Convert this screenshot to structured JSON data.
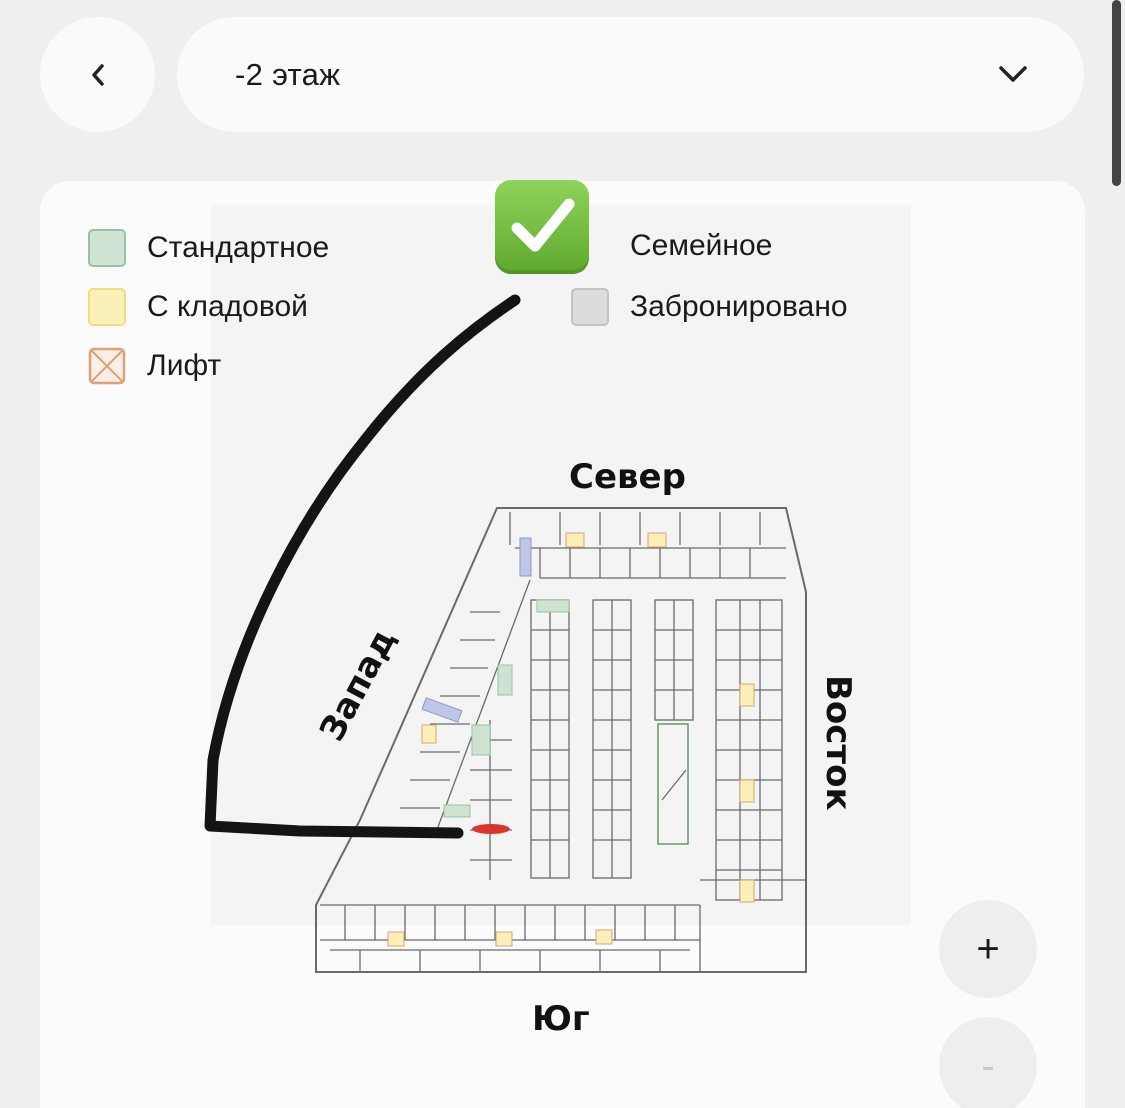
{
  "header": {
    "floor_label": "-2 этаж",
    "back_icon": "chevron-left-icon",
    "dropdown_icon": "chevron-down-icon"
  },
  "legend": {
    "standard": {
      "label": "Стандартное",
      "color": "#cfe3d3"
    },
    "storage": {
      "label": "С кладовой",
      "color": "#fbf0b8"
    },
    "elevator": {
      "label": "Лифт",
      "color": "#d9a27a"
    },
    "family": {
      "label": "Семейное",
      "color": "#5fa92b"
    },
    "reserved": {
      "label": "Забронировано",
      "color": "#dcdcdc"
    }
  },
  "plan": {
    "north": "Север",
    "south": "Юг",
    "west": "Запад",
    "east": "Восток",
    "highlight_color": "#d9352a",
    "annotation_color": "#141414"
  },
  "zoom": {
    "in_label": "+",
    "out_label": "-"
  }
}
